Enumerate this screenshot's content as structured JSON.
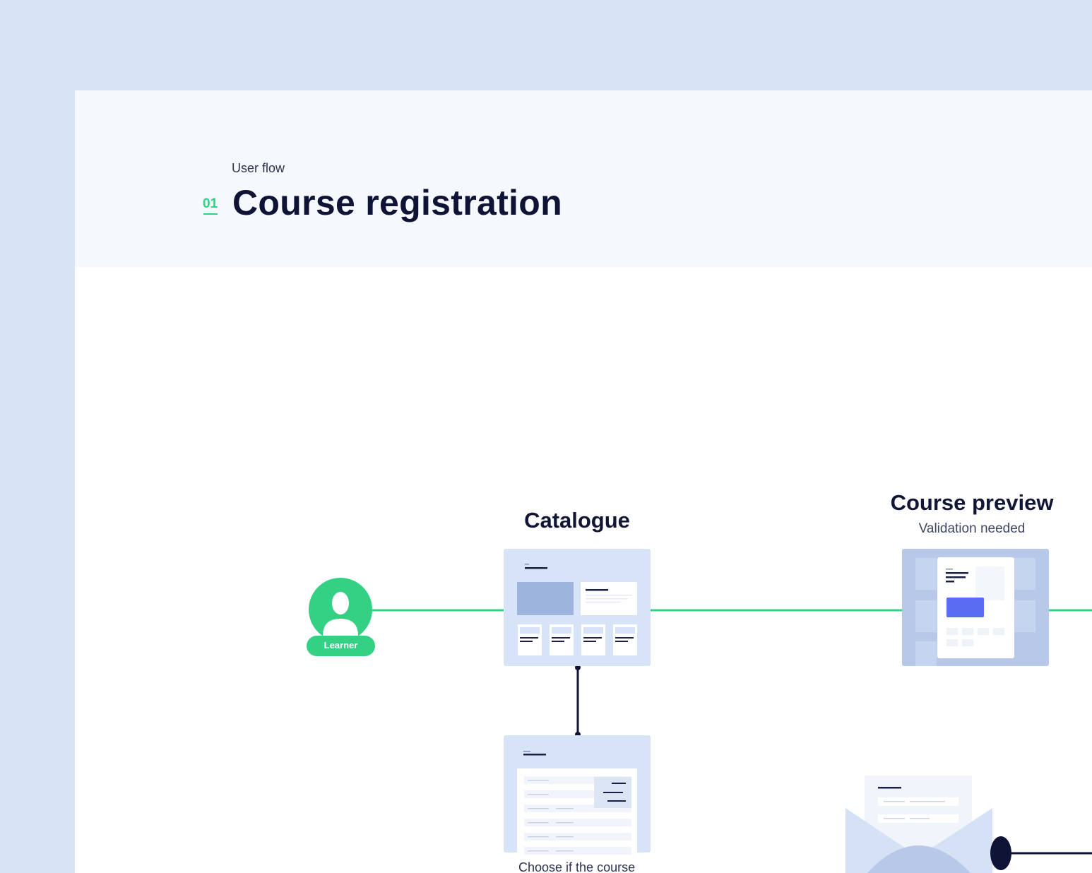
{
  "header": {
    "eyebrow": "User flow",
    "index": "01",
    "title": "Course registration"
  },
  "nodes": {
    "learner": {
      "label": "Learner"
    },
    "catalogue": {
      "title": "Catalogue"
    },
    "course_preview": {
      "title": "Course preview",
      "subtitle": "Validation needed"
    },
    "course_list": {
      "caption": "Choose if the course"
    }
  },
  "colors": {
    "page_bg": "#d8e3f6",
    "header_bg": "#f5f8fc",
    "accent_green": "#34d185",
    "connector_dark": "#0f1437",
    "card_blue": "#d7e3f6",
    "button_blue": "#5a6cf2"
  }
}
